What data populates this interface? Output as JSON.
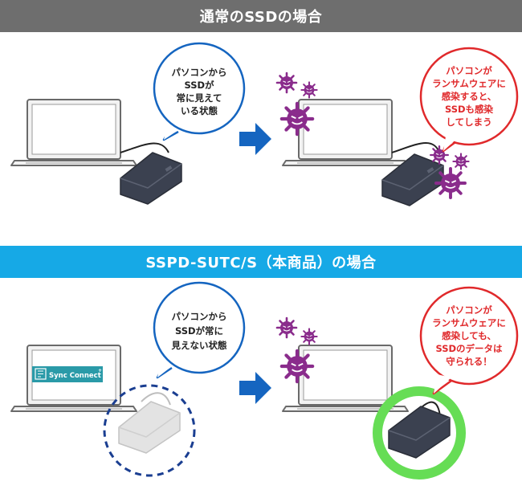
{
  "section1": {
    "title": "通常のSSDの場合",
    "bubble_left": [
      "パソコンから",
      "SSDが",
      "常に見えて",
      "いる状態"
    ],
    "bubble_right": [
      "パソコンが",
      "ランサムウェアに",
      "感染すると、",
      "SSDも感染",
      "してしまう"
    ]
  },
  "section2": {
    "title": "SSPD-SUTC/S（本商品）の場合",
    "screen_label": "Sync Connect",
    "bubble_left": [
      "パソコンから",
      "SSDが常に",
      "見えない状態"
    ],
    "bubble_right": [
      "パソコンが",
      "ランサムウェアに",
      "感染しても、",
      "SSDのデータは",
      "守られる！"
    ]
  },
  "colors": {
    "gray_banner": "#6e6e6e",
    "blue_banner": "#16a9e6",
    "arrow": "#1565c0",
    "danger_text": "#e0292b",
    "safe_ring": "#66dd55",
    "virus": "#8a2c8c"
  },
  "icons": [
    "laptop-icon",
    "ssd-icon",
    "virus-icon",
    "arrow-right-icon",
    "sync-connect-logo-icon"
  ]
}
